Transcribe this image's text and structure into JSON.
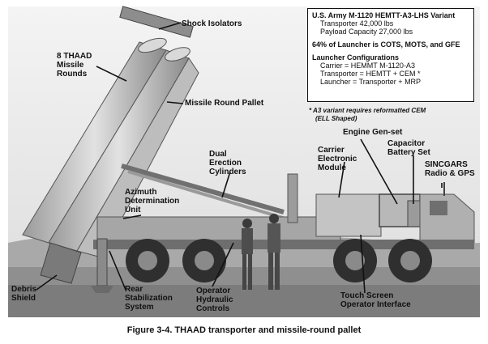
{
  "labels": {
    "shock_isolators": "Shock Isolators",
    "missile_rounds": [
      "8 THAAD",
      "Missile",
      "Rounds"
    ],
    "missile_round_pallet": "Missile Round Pallet",
    "dual_erection": [
      "Dual",
      "Erection",
      "Cylinders"
    ],
    "carrier_electronic": [
      "Carrier",
      "Electronic",
      "Module"
    ],
    "engine_genset": "Engine Gen-set",
    "capacitor": [
      "Capacitor",
      "Battery Set"
    ],
    "singcars": [
      "SINCGARS",
      "Radio & GPS"
    ],
    "azimuth": [
      "Azimuth",
      "Determination",
      "Unit"
    ],
    "debris": [
      "Debris",
      "Shield"
    ],
    "rear_stab": [
      "Rear",
      "Stabilization",
      "System"
    ],
    "operator_hydraulic": [
      "Operator",
      "Hydraulic",
      "Controls"
    ],
    "touch_screen": [
      "Touch Screen",
      "Operator Interface"
    ]
  },
  "info_box": {
    "variant": "U.S. Army M-1120 HEMTT-A3-LHS Variant",
    "transporter": "Transporter 42,000 lbs",
    "payload": "Payload Capacity 27,000 lbs",
    "cots": "64% of Launcher is COTS, MOTS, and GFE",
    "configs_title": "Launcher Configurations",
    "carrier": "Carrier = HEMMT M-1120-A3",
    "transporter_cfg": "Transporter = HEMTT + CEM *",
    "launcher": "Launcher = Transporter + MRP"
  },
  "note": [
    "* A3 variant requires reformatted CEM",
    "(ELL Shaped)"
  ],
  "caption": "Figure 3-4. THAAD transporter and missile-round pallet"
}
